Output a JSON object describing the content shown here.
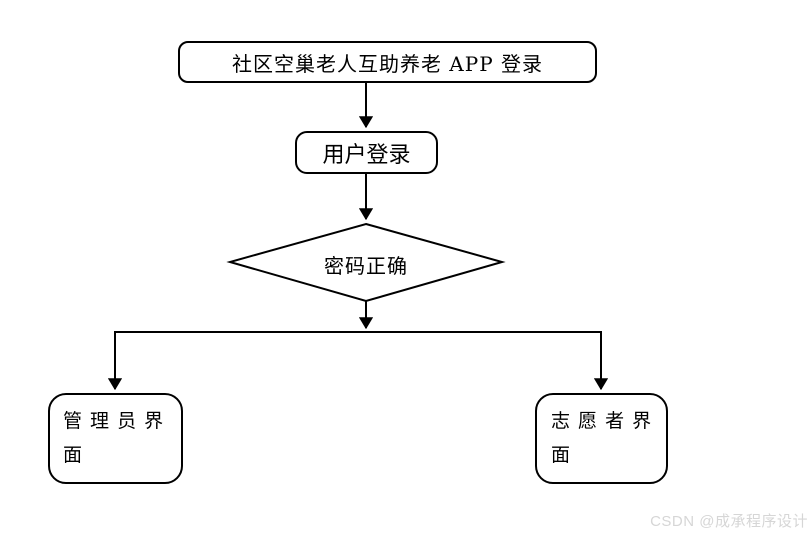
{
  "nodes": {
    "app_login": "社区空巢老人互助养老 APP 登录",
    "user_login": "用户登录",
    "decision": "密码正确",
    "admin_ui": "管 理 员 界\n面",
    "volunteer_ui": "志 愿 者 界\n面"
  },
  "watermark": "CSDN @成承程序设计",
  "colors": {
    "line": "#000000",
    "background": "#ffffff",
    "watermark": "#d6d6d6"
  }
}
